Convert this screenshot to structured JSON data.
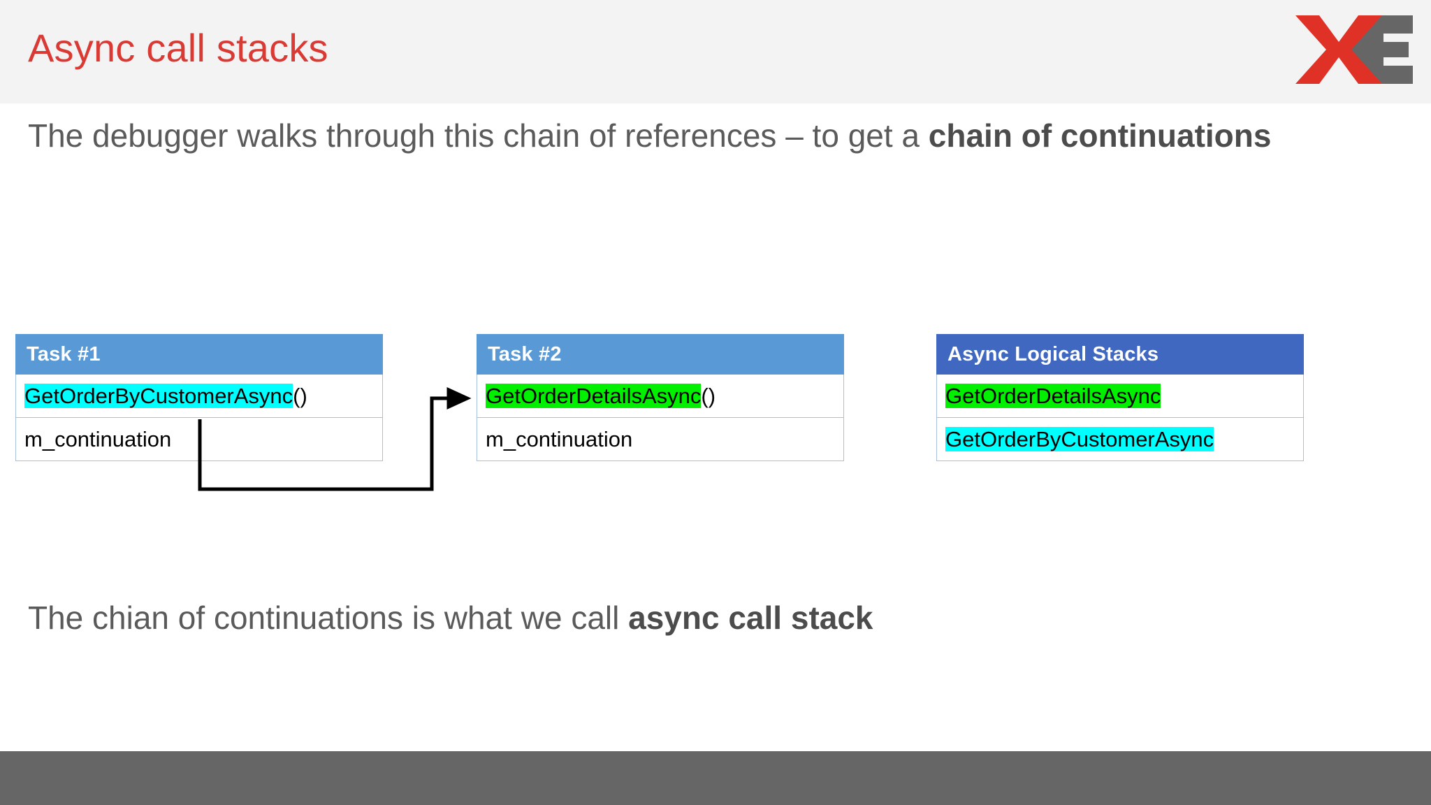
{
  "header": {
    "title": "Async call stacks",
    "title_color": "#d93a34",
    "band_color": "#f4f3f4",
    "logo": {
      "name": "xe-logo",
      "x_color": "#e03127",
      "e_color": "#666666"
    }
  },
  "body": {
    "paragraph_top": {
      "plain_1": "The debugger walks through this chain of references – to get a ",
      "bold_1": "chain of continuations"
    },
    "paragraph_bottom": {
      "plain_1": "The chian of continuations is what we call ",
      "bold_1": "async call stack"
    },
    "text_color": "#5a5a5a"
  },
  "diagram": {
    "boxes": [
      {
        "id": "task1",
        "header": "Task #1",
        "header_color": "#599ad6",
        "rows": [
          {
            "highlight_text": "GetOrderByCustomerAsync",
            "highlight_color": "#00ffff",
            "suffix": "()"
          },
          {
            "highlight_text": "",
            "highlight_color": "",
            "suffix": "m_continuation"
          }
        ]
      },
      {
        "id": "task2",
        "header": "Task #2",
        "header_color": "#599ad6",
        "rows": [
          {
            "highlight_text": "GetOrderDetailsAsync",
            "highlight_color": "#00f000",
            "suffix": "()"
          },
          {
            "highlight_text": "",
            "highlight_color": "",
            "suffix": "m_continuation"
          }
        ]
      },
      {
        "id": "stacks",
        "header": "Async Logical Stacks",
        "header_color": "#4068c0",
        "rows": [
          {
            "highlight_text": "GetOrderDetailsAsync",
            "highlight_color": "#00f000",
            "suffix": ""
          },
          {
            "highlight_text": "GetOrderByCustomerAsync",
            "highlight_color": "#00ffff",
            "suffix": ""
          }
        ]
      }
    ],
    "connector": {
      "name": "continuation-arrow",
      "from": "task1-m_continuation",
      "to": "task2-first-row",
      "color": "#000000"
    }
  },
  "footer": {
    "bar_color": "#666666"
  }
}
